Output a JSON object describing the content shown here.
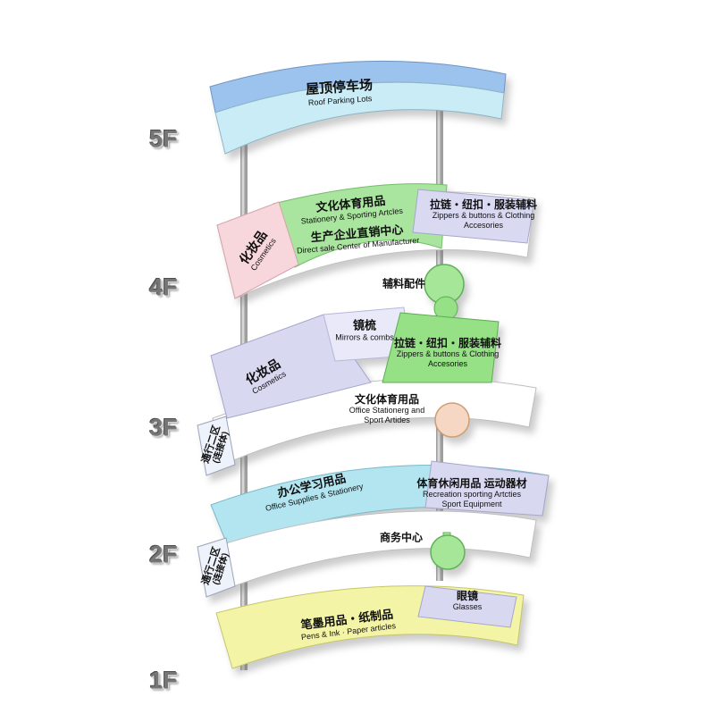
{
  "floor_labels": {
    "f5": "5F",
    "f4": "4F",
    "f3": "3F",
    "f2": "2F",
    "f1": "1F"
  },
  "f5": {
    "roof_zh": "屋顶停车场",
    "roof_en": "Roof Parking Lots"
  },
  "f4": {
    "stationery_zh": "文化体育用品",
    "stationery_en": "Stationery & Sporting Artcles",
    "direct_zh": "生产企业直销中心",
    "direct_en": "Direct sale Center of Manufacturer",
    "cosmetics_zh": "化妆品",
    "cosmetics_en": "Cosmetics",
    "zipper_zh": "拉链・纽扣・服装辅料",
    "zipper_en1": "Zippers & buttons & Clothing",
    "zipper_en2": "Accesories",
    "node_zh": "辅料配件"
  },
  "f3": {
    "mirror_zh": "镜梳",
    "mirror_en": "Mirrors & combs",
    "cosmetics_zh": "化妆品",
    "cosmetics_en": "Cosmetics",
    "zipper_zh": "拉链・纽扣・服装辅料",
    "zipper_en1": "Zippers & buttons & Clothing",
    "zipper_en2": "Accesories",
    "stationery_zh": "文化体育用品",
    "stationery_en1": "Office Stationerg and",
    "stationery_en2": "Sport Artides",
    "passage_zh": "通行二区",
    "passage_sub": "(连接体)"
  },
  "f2": {
    "office_zh": "办公学习用品",
    "office_en": "Office Supplies & Stationery",
    "sports_zh": "体育休闲用品 运动器材",
    "sports_en1": "Recreation sporting Artcties",
    "sports_en2": "Sport Equipment",
    "business_zh": "商务中心",
    "passage_zh": "通行二区",
    "passage_sub": "(连接体)"
  },
  "f1": {
    "pens_zh": "笔墨用品・纸制品",
    "pens_en": "Pens & Ink · Paper articles",
    "glasses_zh": "眼镜",
    "glasses_en": "Glasses"
  },
  "colors": {
    "roof_top": "#9cc2ee",
    "roof_face": "#c9ecf7",
    "cosmetics_pink": "#f8d7dc",
    "green_section": "#a9e59e",
    "lavender_section": "#d8d9f1",
    "cyan_section": "#b3e5f0",
    "yellow_section": "#f4f4a6",
    "node_green": "#a6e698",
    "node_peach": "#f6d7c3"
  }
}
